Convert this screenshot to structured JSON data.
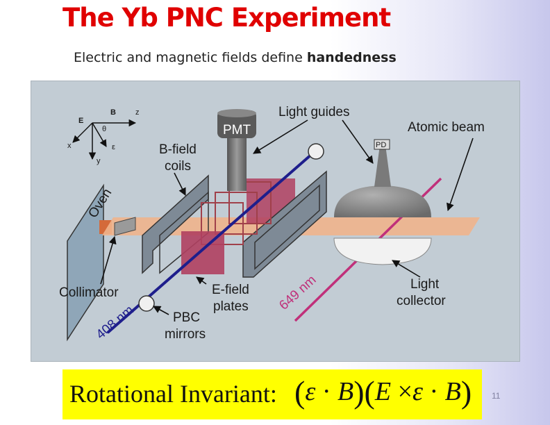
{
  "title": "The Yb PNC Experiment",
  "subtitle": {
    "prefix": "Electric and magnetic fields define ",
    "highlight": "handedness"
  },
  "diagram": {
    "labels": {
      "light_guides": "Light guides",
      "atomic_beam": "Atomic beam",
      "pmt": "PMT",
      "pd": "PD",
      "b_field_coils_line1": "B-field",
      "b_field_coils_line2": "coils",
      "oven": "Oven",
      "collimator": "Collimator",
      "e_field_plates_line1": "E-field",
      "e_field_plates_line2": "plates",
      "light_collector_line1": "Light",
      "light_collector_line2": "collector",
      "pbc_mirrors_line1": "PBC",
      "pbc_mirrors_line2": "mirrors",
      "wavelength_649": "649 nm",
      "wavelength_408": "408 nm"
    },
    "axes": {
      "E": "E",
      "B": "B",
      "z": "z",
      "x": "x",
      "y": "y",
      "theta": "θ",
      "epsilon": "ε"
    }
  },
  "formula": {
    "text": "Rotational Invariant:",
    "epsilon": "ε",
    "dot": "·",
    "B": "B",
    "E": "E",
    "times": "×",
    "lparen": "(",
    "rparen": ")"
  },
  "slide_number": "11",
  "colors": {
    "title": "#e00000",
    "formula_bg": "#ffff00",
    "beam_408": "#1e1e8c",
    "beam_649": "#c0307a",
    "atomic_beam": "#f0b48c"
  }
}
